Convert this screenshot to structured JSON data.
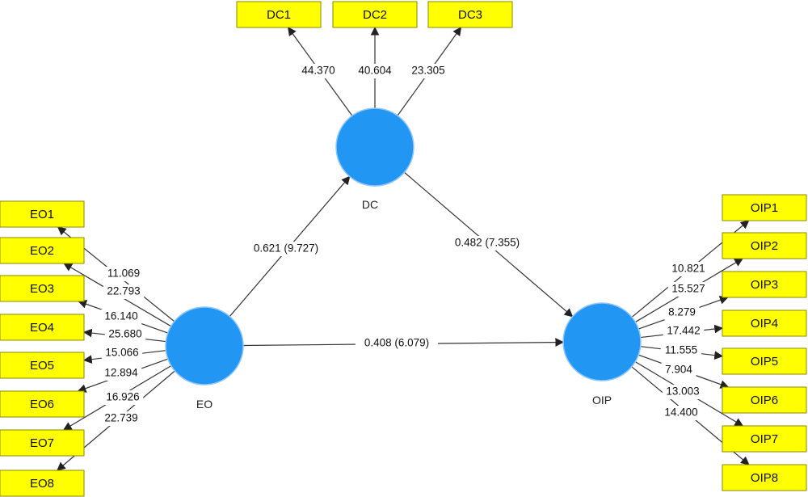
{
  "latent": {
    "eo": {
      "name": "EO"
    },
    "dc": {
      "name": "DC"
    },
    "oip": {
      "name": "OIP"
    }
  },
  "dc_indicators": [
    {
      "name": "DC1",
      "loading": "44.370"
    },
    {
      "name": "DC2",
      "loading": "40.604"
    },
    {
      "name": "DC3",
      "loading": "23.305"
    }
  ],
  "eo_indicators": [
    {
      "name": "EO1",
      "loading": "11.069"
    },
    {
      "name": "EO2",
      "loading": "22.793"
    },
    {
      "name": "EO3",
      "loading": "16.140"
    },
    {
      "name": "EO4",
      "loading": "25.680"
    },
    {
      "name": "EO5",
      "loading": "15.066"
    },
    {
      "name": "EO6",
      "loading": "12.894"
    },
    {
      "name": "EO7",
      "loading": "16.926"
    },
    {
      "name": "EO8",
      "loading": "22.739"
    }
  ],
  "oip_indicators": [
    {
      "name": "OIP1",
      "loading": "10.821"
    },
    {
      "name": "OIP2",
      "loading": "15.527"
    },
    {
      "name": "OIP3",
      "loading": "8.279"
    },
    {
      "name": "OIP4",
      "loading": "17.442"
    },
    {
      "name": "OIP5",
      "loading": "11.555"
    },
    {
      "name": "OIP6",
      "loading": "7.904"
    },
    {
      "name": "OIP7",
      "loading": "13.003"
    },
    {
      "name": "OIP8",
      "loading": "14.400"
    }
  ],
  "paths": {
    "eo_dc": "0.621 (9.727)",
    "dc_oip": "0.482 (7.355)",
    "eo_oip": "0.408 (6.079)"
  },
  "colors": {
    "latent_fill": "#2196f3",
    "indicator_fill": "#ffff00",
    "line": "#333333"
  }
}
